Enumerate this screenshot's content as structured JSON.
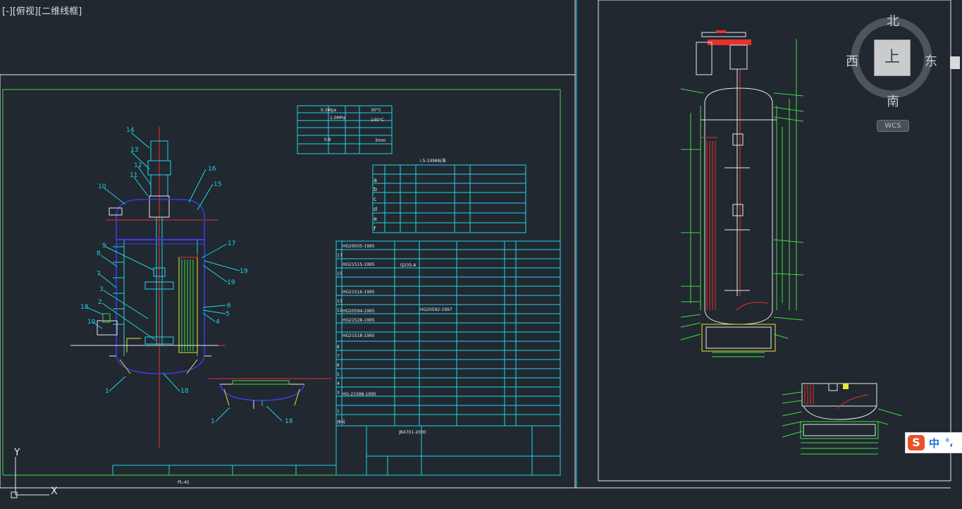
{
  "viewport": {
    "controls": "[-]",
    "view": "[俯视]",
    "style": "[二维线框]"
  },
  "viewcube": {
    "north": "北",
    "south": "南",
    "east": "东",
    "west": "西",
    "top": "上",
    "wcs": "WCS"
  },
  "ucs": {
    "x_axis": "X",
    "y_axis": "Y"
  },
  "ime": {
    "logo": "S",
    "lang": "中",
    "punct": "°,"
  },
  "drawing": {
    "balloons_main": [
      "14",
      "13",
      "12",
      "11",
      "10",
      "16",
      "15",
      "9",
      "8",
      "7",
      "3",
      "2",
      "18",
      "10",
      "1",
      "18",
      "17",
      "19",
      "19",
      "6",
      "5",
      "4"
    ],
    "balloons_detail": [
      "1",
      "18"
    ],
    "bom_rows": [
      "HG29505-1995",
      "17",
      "HG21515-1995",
      "15",
      "HG21516-1995",
      "13",
      "12",
      "HG20594-1995",
      "HG21528-1995",
      "HG21518-1995",
      "8",
      "7",
      "6",
      "5",
      "4",
      "3",
      "HG-21588-1995",
      "1"
    ],
    "bom_footer": "序号",
    "title_text": "PL-45",
    "material": "Q235-A",
    "standard": "JB4701-2000",
    "table_values": [
      "0.3Mpa",
      "30°C",
      "1.0MPa",
      "140°C",
      "0.8",
      "3mm"
    ],
    "nozzle_letters": [
      "a",
      "b",
      "c",
      "d",
      "e",
      "f"
    ],
    "spec_text": "HG20592-1997"
  },
  "colors": {
    "background": "#212830",
    "frame_white": "#e6eaee",
    "frame_green": "#3fdc3f",
    "cyan": "#1fd6e6",
    "yellow": "#ece63a",
    "red": "#e8302c",
    "blue": "#3a3cf0"
  }
}
